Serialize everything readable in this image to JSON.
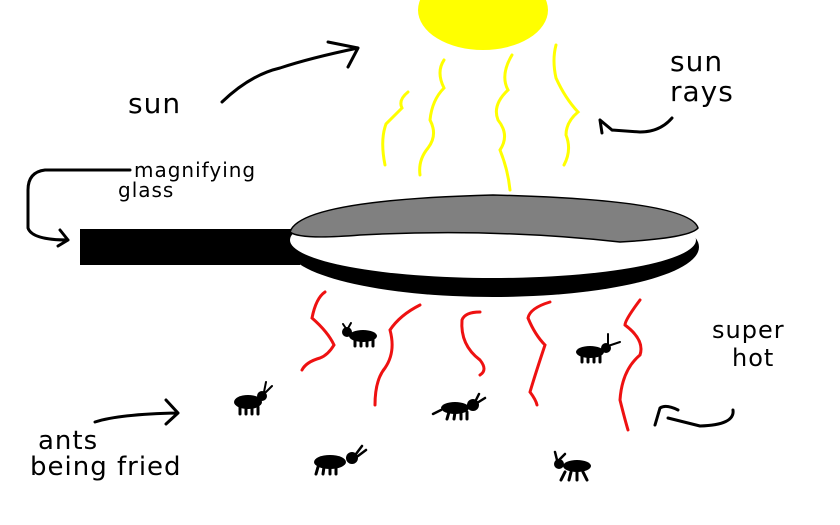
{
  "labels": {
    "sun": "sun",
    "sun_rays_line1": "sun",
    "sun_rays_line2": "rays",
    "magnifying_line1": "magnifying",
    "magnifying_line2": "glass",
    "super_hot_line1": "super",
    "super_hot_line2": "hot",
    "ants_line1": "ants",
    "ants_line2": "being fried"
  },
  "colors": {
    "sun": "#ffff00",
    "sun_rays": "#ffff00",
    "heat_waves": "#ee1111",
    "lens_rim": "#808080",
    "frame": "#000000",
    "ants": "#000000",
    "background": "#ffffff"
  }
}
